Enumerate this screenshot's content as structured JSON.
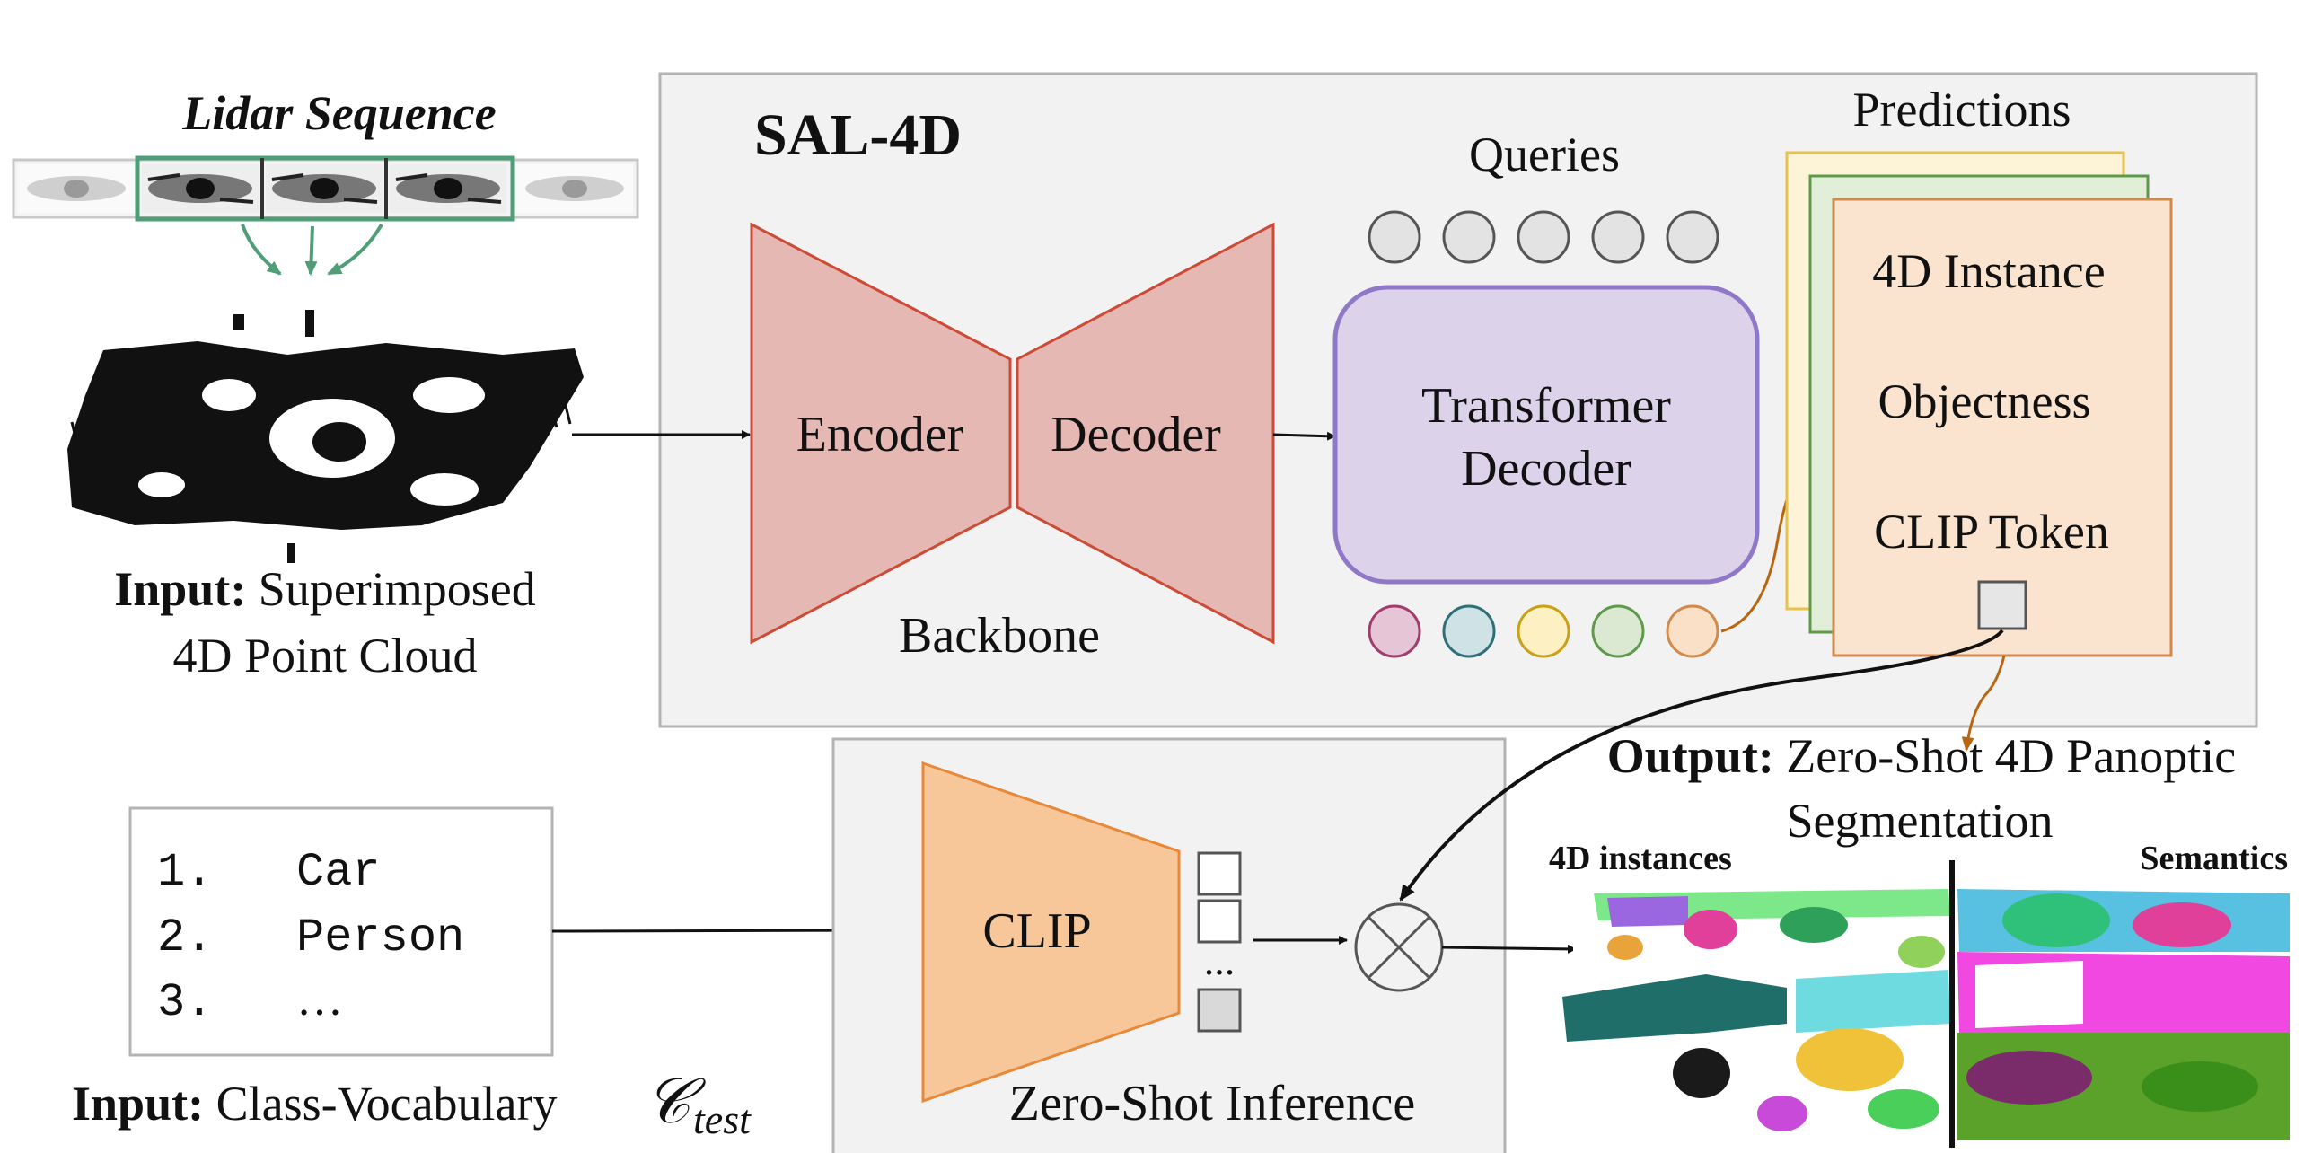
{
  "colors": {
    "panel_fill": "#f2f2f2",
    "panel_stroke": "#b3b3b3",
    "backbone_fill": "#e6b8b3",
    "backbone_stroke": "#cc4b37",
    "transformer_fill": "#dcd2ea",
    "transformer_stroke": "#8f78c8",
    "clip_fill": "#f7c79a",
    "clip_stroke": "#e8893a",
    "pred_back_fill": "#fdf3d6",
    "pred_back_stroke": "#e8c34a",
    "pred_mid_fill": "#e1efd9",
    "pred_mid_stroke": "#5f9a4a",
    "pred_front_fill": "#fbe4cf",
    "pred_front_stroke": "#d08a4c",
    "seq_green": "#4f9e78",
    "orange_arrow": "#b8660f"
  },
  "sequence": {
    "title": "Lidar Sequence"
  },
  "input_pointcloud": {
    "label_bold": "Input:",
    "label_line1": "Superimposed",
    "label_line2": "4D Point Cloud"
  },
  "sal": {
    "title": "SAL-4D"
  },
  "backbone": {
    "encoder": "Encoder",
    "decoder": "Decoder",
    "label": "Backbone"
  },
  "queries": {
    "label": "Queries",
    "top_count": 5,
    "bottom_colors": [
      "#e6c5d6",
      "#cfe3e6",
      "#fdf0c2",
      "#dbe9d2",
      "#fbe0c8"
    ],
    "bottom_strokes": [
      "#a03d6c",
      "#2f6f78",
      "#c9a016",
      "#5f9a4a",
      "#d08a4c"
    ]
  },
  "transformer": {
    "line1": "Transformer",
    "line2": "Decoder"
  },
  "predictions": {
    "title": "Predictions",
    "items": [
      "4D Instance",
      "Objectness",
      "CLIP Token"
    ]
  },
  "vocabulary": {
    "items": [
      {
        "num": "1.",
        "label": "Car"
      },
      {
        "num": "2.",
        "label": "Person"
      },
      {
        "num": "3.",
        "label": "…"
      }
    ],
    "caption_bold": "Input:",
    "caption": "Class-Vocabulary"
  },
  "zero_shot": {
    "clip_label": "CLIP",
    "ellipsis": "...",
    "label": "Zero-Shot Inference"
  },
  "output": {
    "label_bold": "Output:",
    "line1": "Zero-Shot 4D Panoptic",
    "line2": "Segmentation",
    "left_tag": "4D instances",
    "right_tag": "Semantics"
  }
}
